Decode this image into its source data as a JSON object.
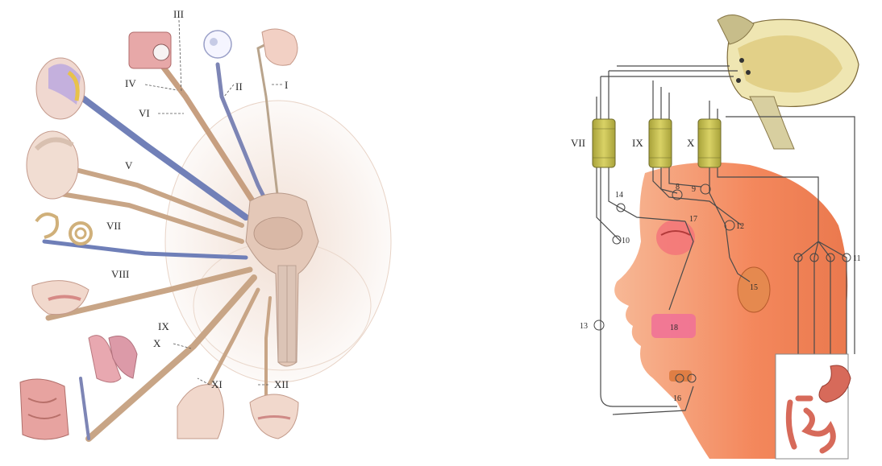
{
  "left_figure": {
    "nerve_labels": [
      "I",
      "II",
      "III",
      "IV",
      "V",
      "VI",
      "VII",
      "VIII",
      "IX",
      "X",
      "XI",
      "XII"
    ]
  },
  "right_figure": {
    "ganglion_labels": [
      "VII",
      "IX",
      "X"
    ],
    "number_labels": [
      "8",
      "9",
      "10",
      "11",
      "12",
      "13",
      "14",
      "15",
      "16",
      "17",
      "18"
    ]
  },
  "colors": {
    "nerve_sensory": "#6f7fb8",
    "nerve_motor": "#c9a27e",
    "brainstem": "#e6cfc2",
    "skin": "#f28a5a",
    "ganglion": "#c9c24e",
    "gut": "#d4685a"
  }
}
